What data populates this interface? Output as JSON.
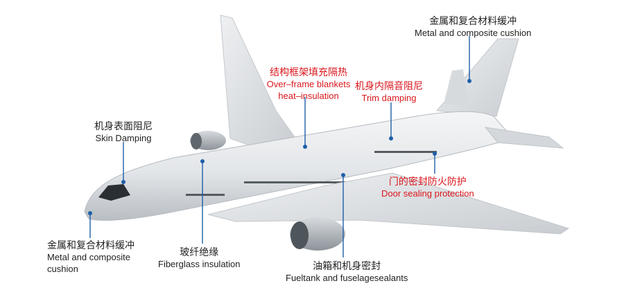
{
  "colors": {
    "leader": "#1d5fa8",
    "highlight": "#d9161c",
    "text": "#222222",
    "fuselage": "#e4e7ea"
  },
  "callouts": [
    {
      "id": "tail",
      "zh": "金属和复合材料缓冲",
      "en": "Metal and composite cushion",
      "style": "normal"
    },
    {
      "id": "blankets",
      "zh": "结构框架填充隔热",
      "en": "Over–frame blankets heat–insulation",
      "style": "red"
    },
    {
      "id": "trim",
      "zh": "机身内隔音阻尼",
      "en": "Trim damping",
      "style": "red"
    },
    {
      "id": "skin",
      "zh": "机身表面阻尼",
      "en": "Skin Damping",
      "style": "normal"
    },
    {
      "id": "door",
      "zh": "门的密封防火防护",
      "en": "Door sealing protection",
      "style": "red"
    },
    {
      "id": "nose",
      "zh": "金属和复合材料缓冲",
      "en": "Metal and composite cushion",
      "style": "normal"
    },
    {
      "id": "fiberglass",
      "zh": "玻纤绝缘",
      "en": "Fiberglass insulation",
      "style": "normal"
    },
    {
      "id": "fueltank",
      "zh": "油箱和机身密封",
      "en": "Fueltank and fuselagesealants",
      "style": "normal"
    }
  ]
}
